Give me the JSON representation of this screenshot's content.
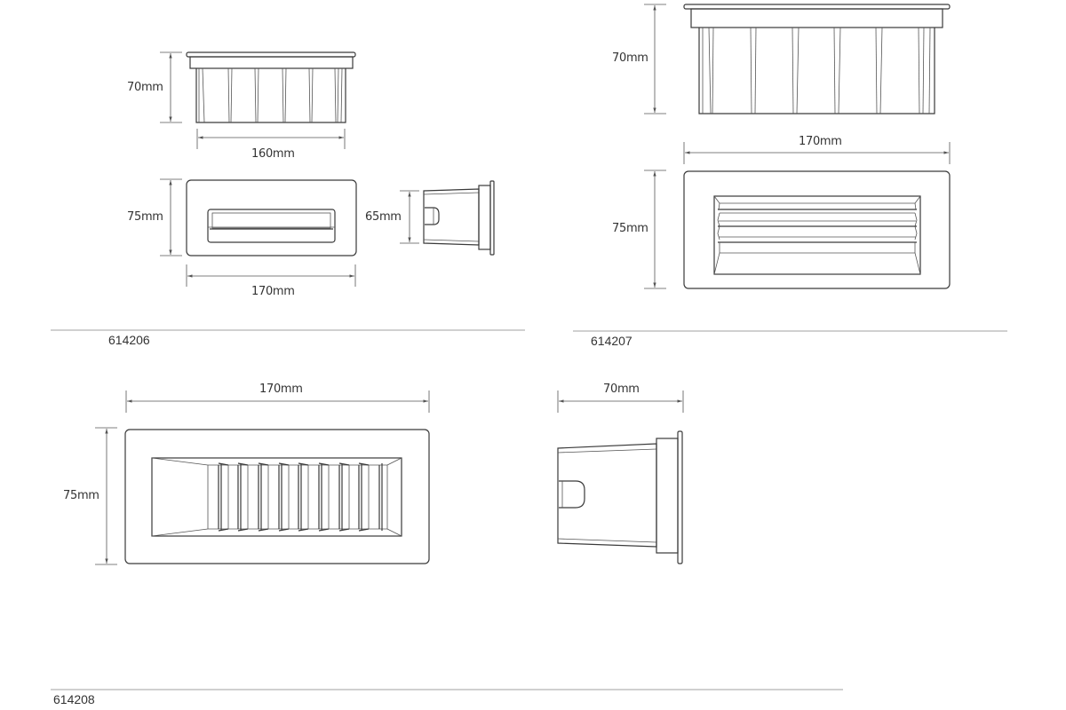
{
  "sheet": {
    "products": [
      {
        "code": "614206",
        "views": {
          "side": {
            "height_label": "70mm",
            "width_label": "160mm"
          },
          "front": {
            "height_label": "75mm",
            "width_label": "170mm"
          },
          "profile": {
            "depth_label": "65mm"
          }
        }
      },
      {
        "code": "614207",
        "views": {
          "side": {
            "height_label": "70mm"
          },
          "front": {
            "height_label": "75mm",
            "width_label": "170mm"
          }
        }
      },
      {
        "code": "614208",
        "views": {
          "front": {
            "height_label": "75mm",
            "width_label": "170mm"
          },
          "profile": {
            "depth_label": "70mm"
          }
        }
      }
    ],
    "colors": {
      "line": "#3a3a3a",
      "separator": "#b5b5b5",
      "text": "#333333"
    }
  }
}
